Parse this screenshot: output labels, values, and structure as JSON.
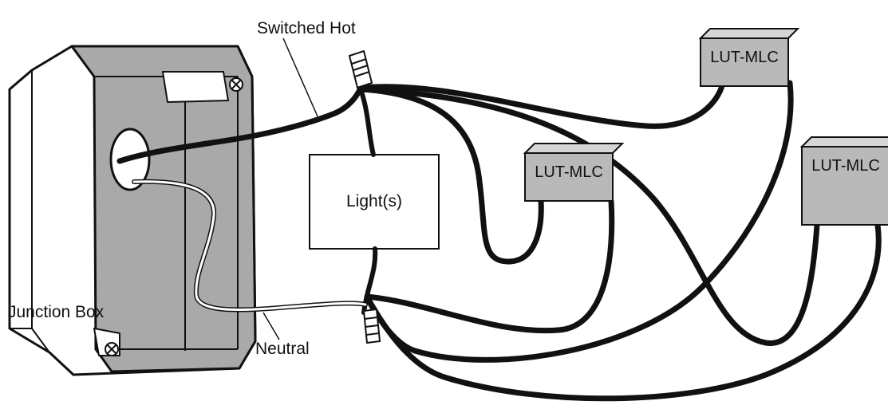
{
  "labels": {
    "switched_hot": "Switched Hot",
    "junction_box": "Junction Box",
    "neutral": "Neutral",
    "light": "Light(s)"
  },
  "modules": [
    {
      "label": "LUT-MLC"
    },
    {
      "label": "LUT-MLC"
    },
    {
      "label": "LUT-MLC"
    }
  ],
  "colors": {
    "wire": "#111111",
    "box_face": "#a9a9a9",
    "module_face": "#b9b9b9",
    "neutral_wire": "#ffffff"
  }
}
